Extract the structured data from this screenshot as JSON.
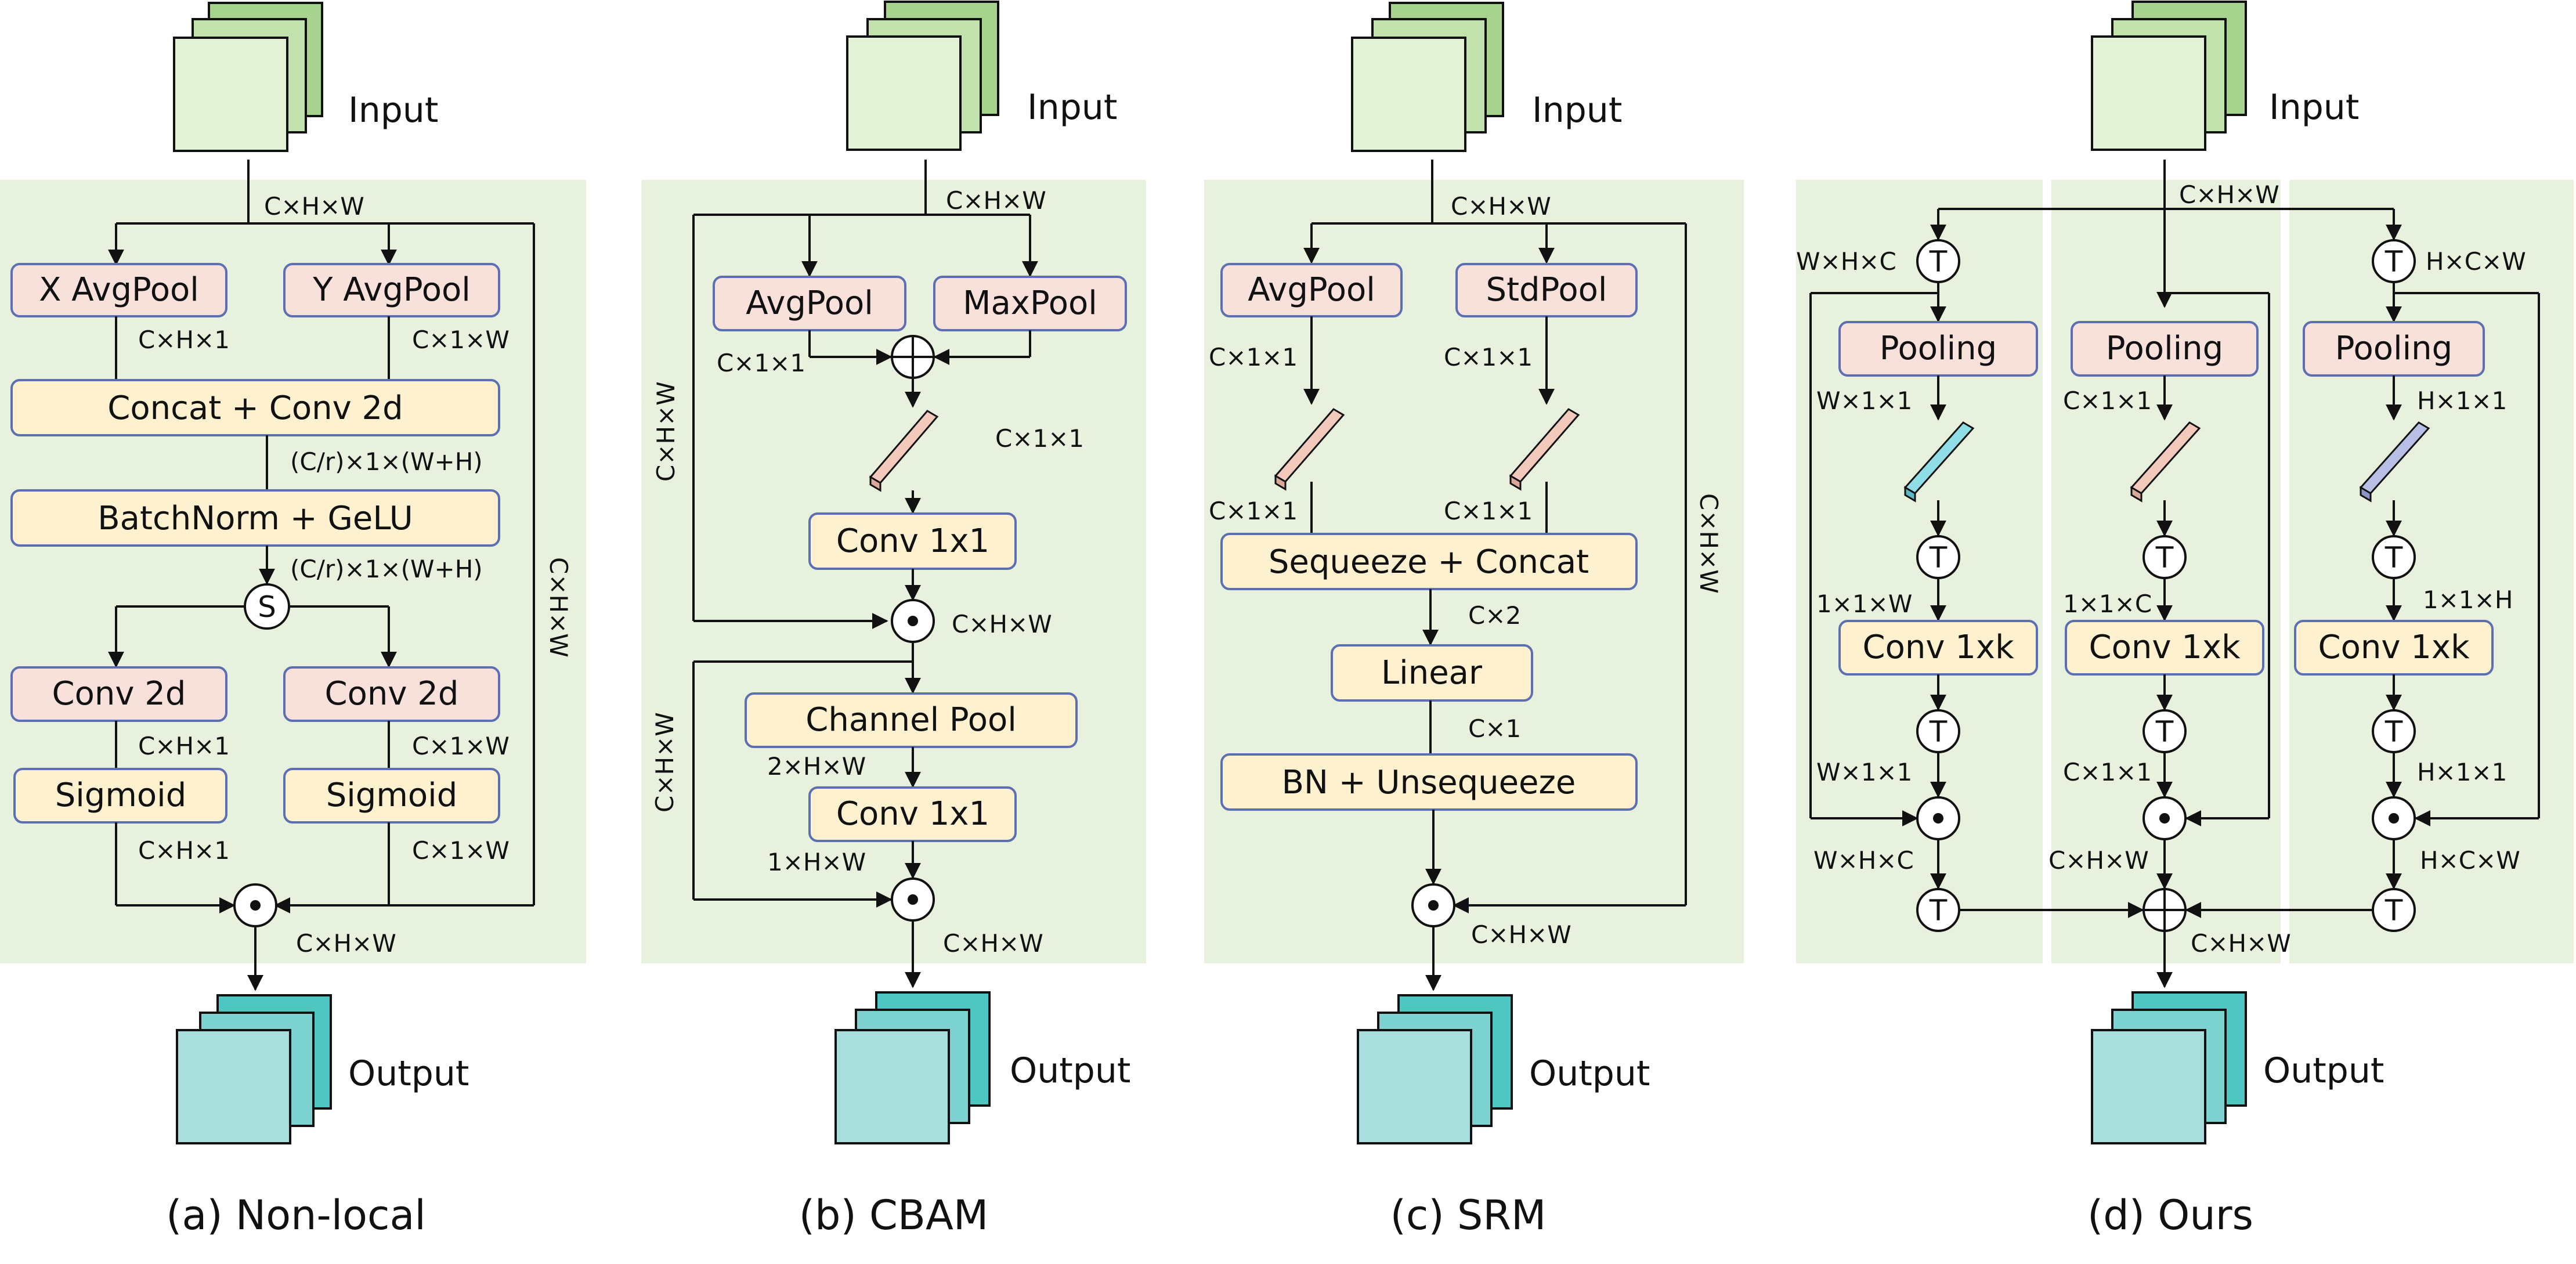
{
  "texts": {
    "input": "Input",
    "output": "Output",
    "chw": "C×H×W",
    "ops": {
      "sum": "S",
      "transpose": "T"
    },
    "a": {
      "caption": "(a) Non-local",
      "x_avgpool": "X AvgPool",
      "y_avgpool": "Y AvgPool",
      "concat_conv": "Concat + Conv 2d",
      "batchnorm_gelu": "BatchNorm + GeLU",
      "conv2d": "Conv 2d",
      "sigmoid": "Sigmoid",
      "c_h_1": "C×H×1",
      "c_1_w": "C×1×W",
      "c_r_wh": "(C/r)×1×(W+H)"
    },
    "b": {
      "caption": "(b) CBAM",
      "avgpool": "AvgPool",
      "maxpool": "MaxPool",
      "conv1x1": "Conv 1x1",
      "channel_pool": "Channel Pool",
      "c_1_1": "C×1×1",
      "two_h_w": "2×H×W",
      "one_h_w": "1×H×W"
    },
    "c": {
      "caption": "(c) SRM",
      "avgpool": "AvgPool",
      "stdpool": "StdPool",
      "squeeze_concat": "Sequeeze + Concat",
      "linear": "Linear",
      "bn_unsqueeze": "BN + Unsequeeze",
      "c_1_1": "C×1×1",
      "c_2": "C×2",
      "c_1": "C×1"
    },
    "d": {
      "caption": "(d) Ours",
      "pooling": "Pooling",
      "conv1xk": "Conv 1xk",
      "w_h_c": "W×H×C",
      "h_c_w": "H×C×W",
      "w_1_1": "W×1×1",
      "c_1_1": "C×1×1",
      "h_1_1": "H×1×1",
      "one_1_w": "1×1×W",
      "one_1_c": "1×1×C",
      "one_1_h": "1×1×H"
    }
  },
  "colors": {
    "panel_bg": "#e8f1dd",
    "box_pink": "#f8e1da",
    "box_yellow": "#fdf1cf",
    "box_border": "#5b6fb2",
    "input_tensor": "#c7e2b6",
    "output_tensor": "#6ed0cc",
    "vector_pink": "#f2c9ba",
    "vector_cyan": "#8fdde6",
    "vector_lavender": "#b7bfe4"
  }
}
